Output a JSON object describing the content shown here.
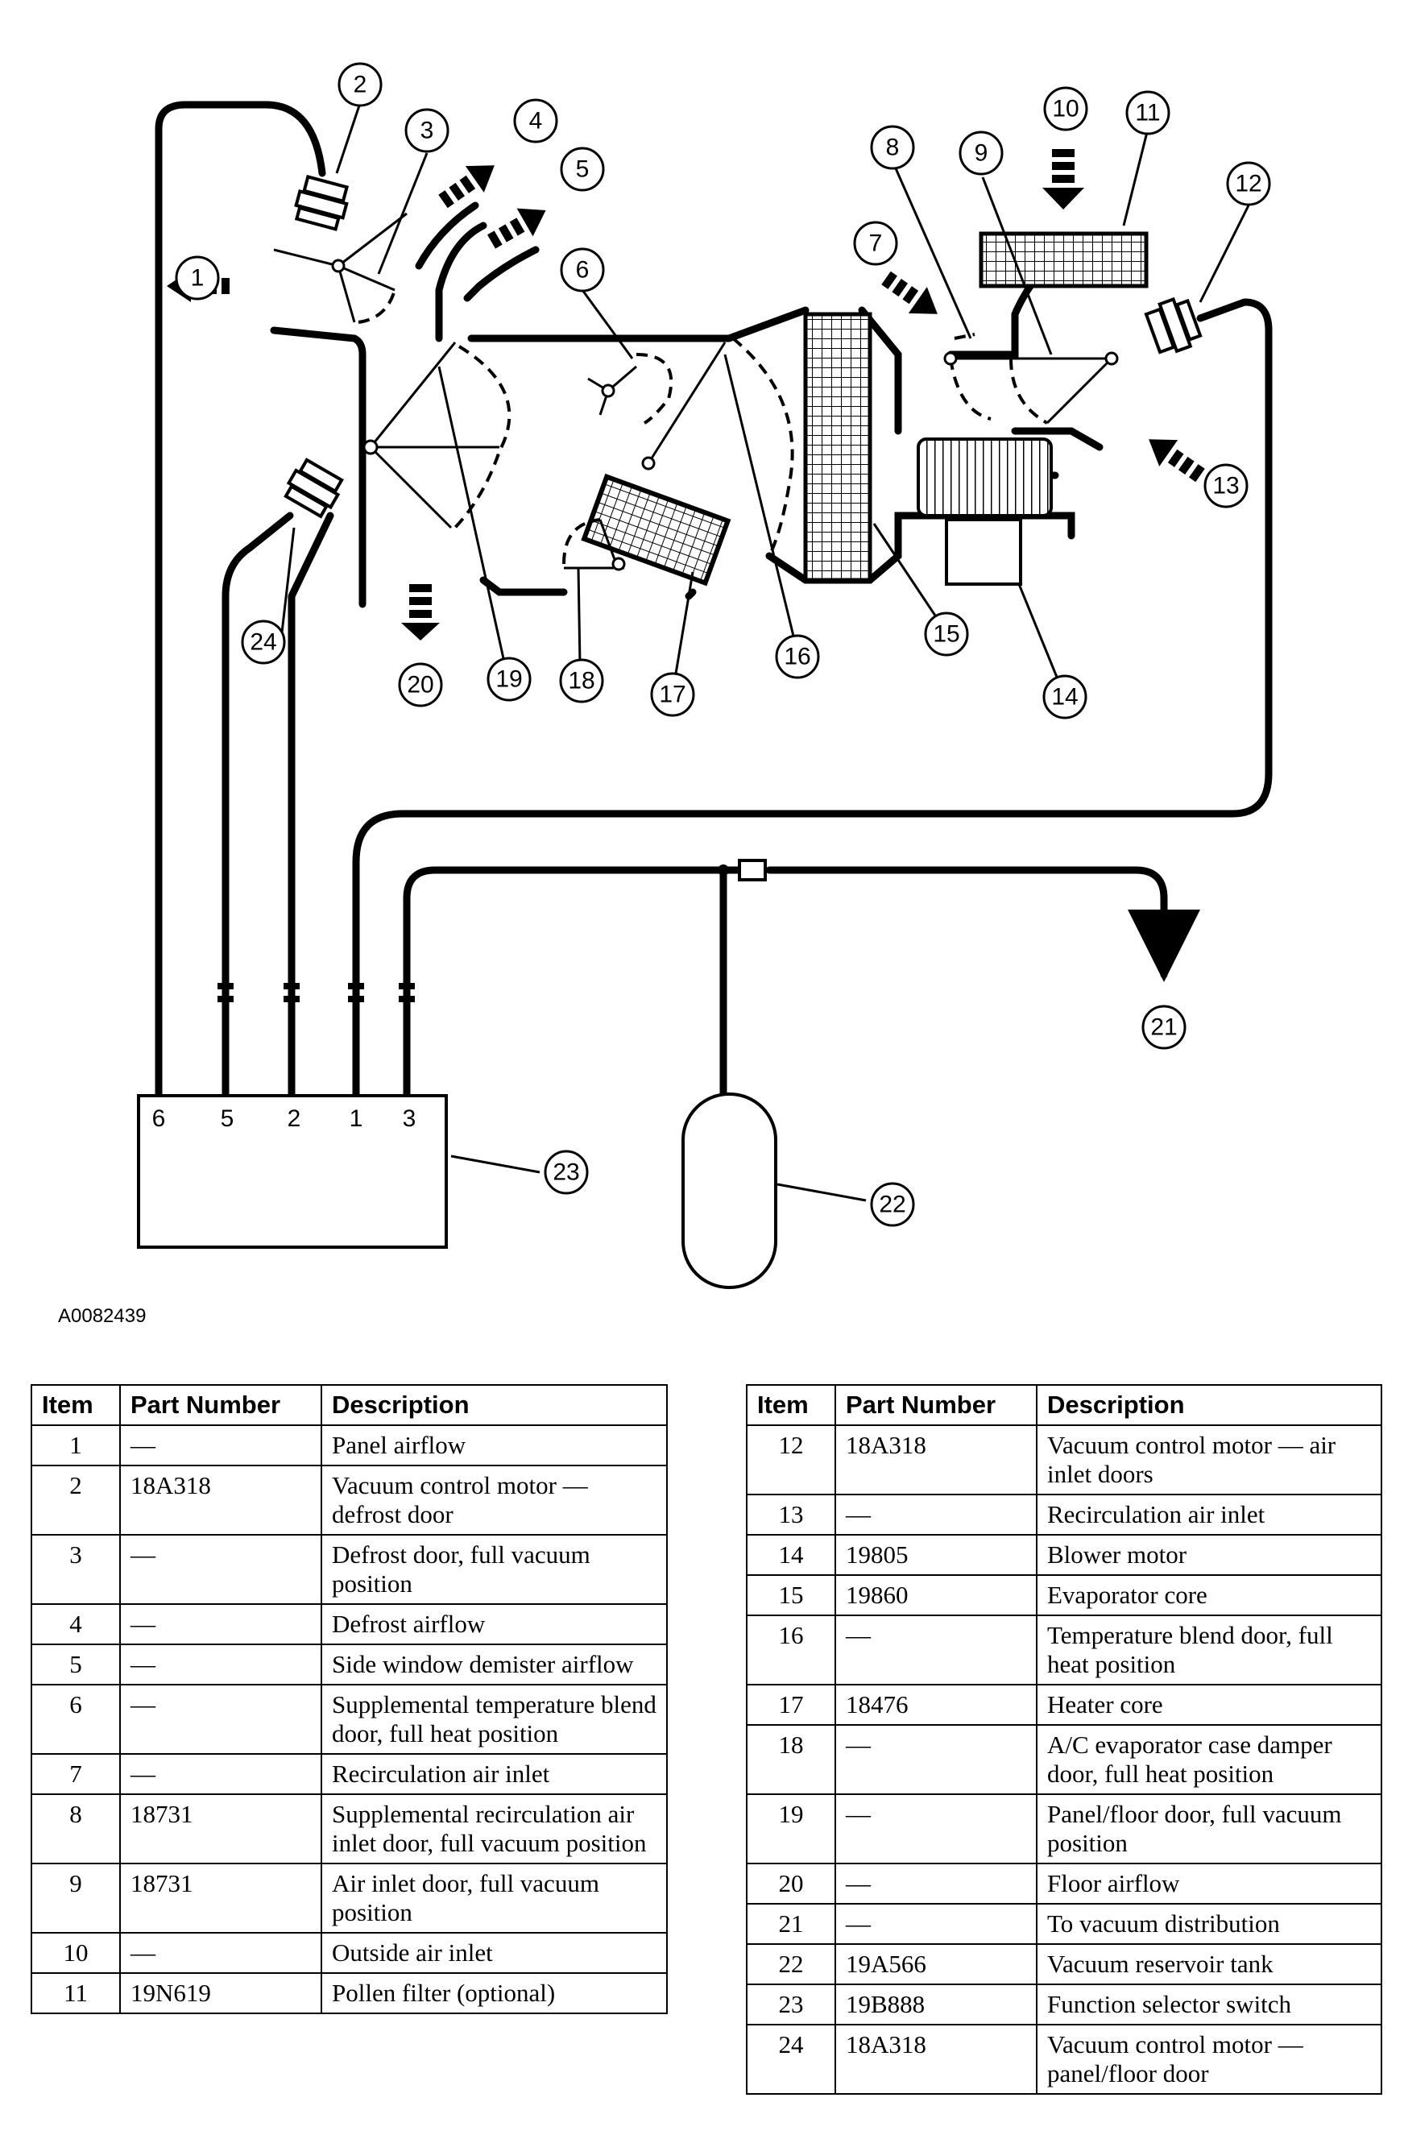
{
  "figure_id": "A0082439",
  "callouts": [
    "1",
    "2",
    "3",
    "4",
    "5",
    "6",
    "7",
    "8",
    "9",
    "10",
    "11",
    "12",
    "13",
    "14",
    "15",
    "16",
    "17",
    "18",
    "19",
    "20",
    "21",
    "22",
    "23",
    "24"
  ],
  "selector_ports": [
    "6",
    "5",
    "2",
    "1",
    "3"
  ],
  "table_headers": {
    "item": "Item",
    "part_number": "Part Number",
    "description": "Description"
  },
  "table_left": [
    {
      "item": "1",
      "part": "—",
      "desc": "Panel airflow"
    },
    {
      "item": "2",
      "part": "18A318",
      "desc": "Vacuum control motor — defrost door"
    },
    {
      "item": "3",
      "part": "—",
      "desc": "Defrost door, full vacuum position"
    },
    {
      "item": "4",
      "part": "—",
      "desc": "Defrost airflow"
    },
    {
      "item": "5",
      "part": "—",
      "desc": "Side window demister airflow"
    },
    {
      "item": "6",
      "part": "—",
      "desc": "Supplemental temperature blend door, full heat position"
    },
    {
      "item": "7",
      "part": "—",
      "desc": "Recirculation air inlet"
    },
    {
      "item": "8",
      "part": "18731",
      "desc": "Supplemental recirculation air inlet door, full vacuum position"
    },
    {
      "item": "9",
      "part": "18731",
      "desc": "Air inlet door, full vacuum position"
    },
    {
      "item": "10",
      "part": "—",
      "desc": "Outside air inlet"
    },
    {
      "item": "11",
      "part": "19N619",
      "desc": "Pollen filter (optional)"
    }
  ],
  "table_right": [
    {
      "item": "12",
      "part": "18A318",
      "desc": "Vacuum control motor — air inlet doors"
    },
    {
      "item": "13",
      "part": "—",
      "desc": "Recirculation air inlet"
    },
    {
      "item": "14",
      "part": "19805",
      "desc": "Blower motor"
    },
    {
      "item": "15",
      "part": "19860",
      "desc": "Evaporator core"
    },
    {
      "item": "16",
      "part": "—",
      "desc": "Temperature blend door, full heat position"
    },
    {
      "item": "17",
      "part": "18476",
      "desc": "Heater core"
    },
    {
      "item": "18",
      "part": "—",
      "desc": "A/C evaporator case damper door, full heat position"
    },
    {
      "item": "19",
      "part": "—",
      "desc": "Panel/floor door, full vacuum position"
    },
    {
      "item": "20",
      "part": "—",
      "desc": "Floor airflow"
    },
    {
      "item": "21",
      "part": "—",
      "desc": "To vacuum distribution"
    },
    {
      "item": "22",
      "part": "19A566",
      "desc": "Vacuum reservoir tank"
    },
    {
      "item": "23",
      "part": "19B888",
      "desc": "Function selector switch"
    },
    {
      "item": "24",
      "part": "18A318",
      "desc": "Vacuum control motor — panel/floor door"
    }
  ]
}
